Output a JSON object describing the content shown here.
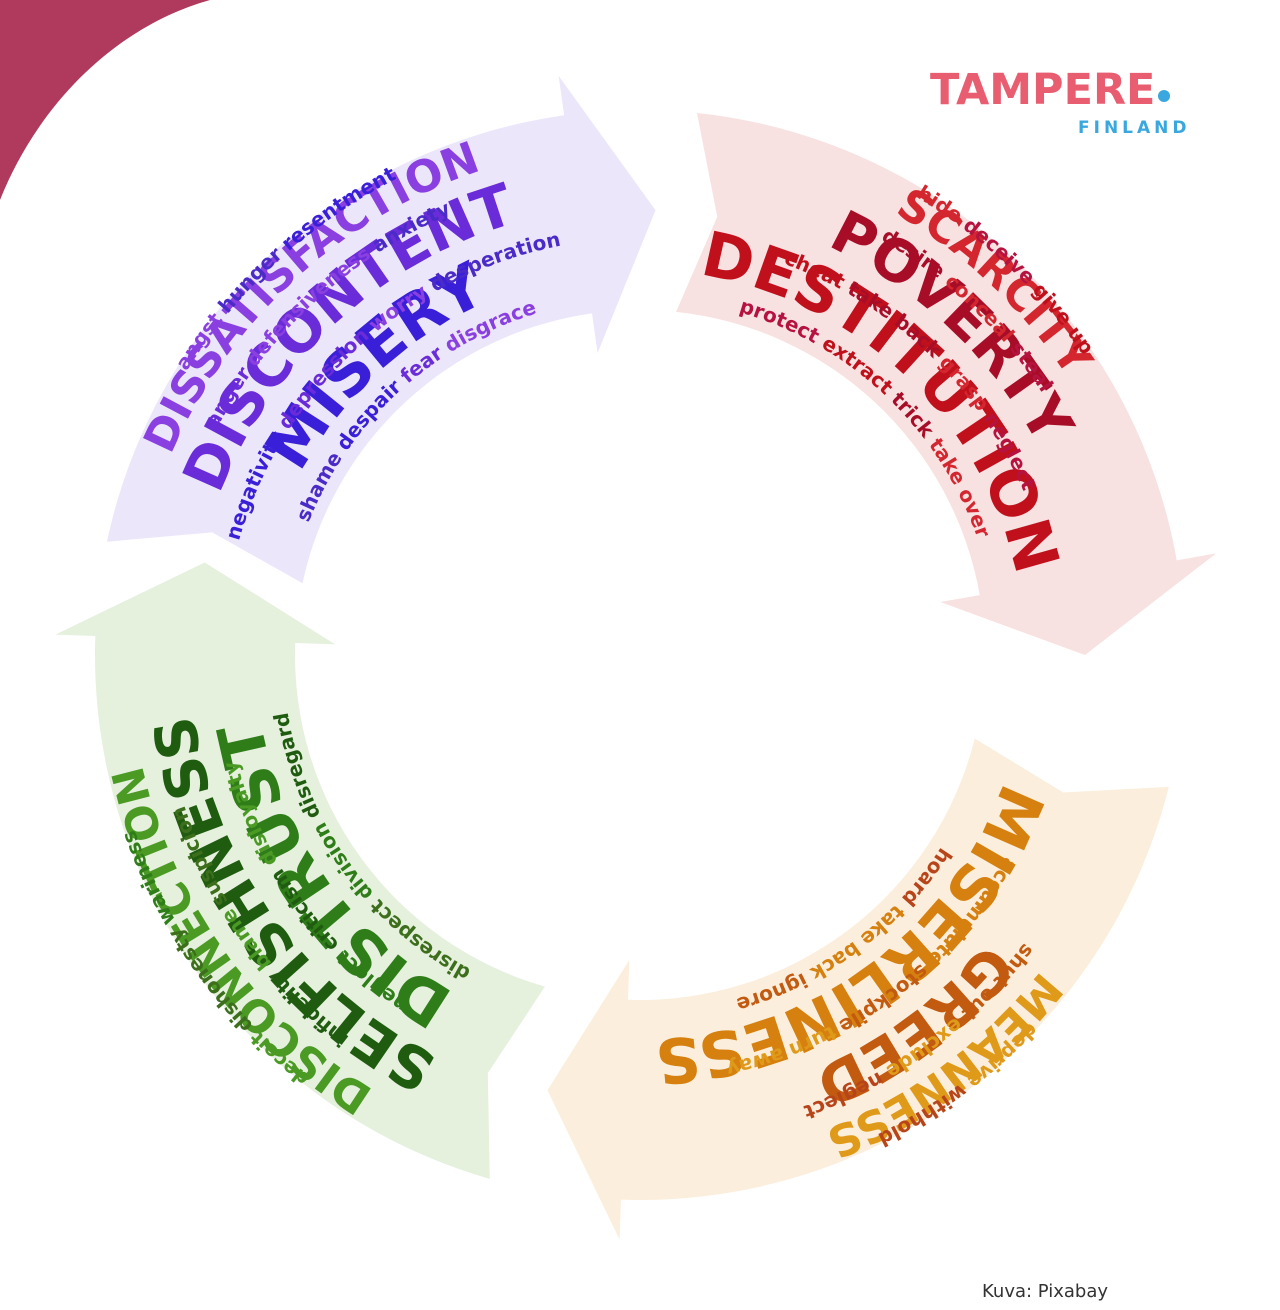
{
  "logo": {
    "main": "TAMPERE",
    "sub": "FINLAND"
  },
  "credit": "Kuva: Pixabay",
  "colors": {
    "corner": "#b03a5d",
    "logo_red": "#e85d6f",
    "logo_blue": "#3aa7de"
  },
  "arrows": [
    {
      "theme": "purple",
      "main_color": "#3a1fd9",
      "words": [
        {
          "t": "MISERY",
          "k": "big"
        },
        {
          "t": "DISCONTENT",
          "k": "big"
        },
        {
          "t": "DISSATISFACTION",
          "k": "big"
        },
        {
          "t": "shame"
        },
        {
          "t": "negativity"
        },
        {
          "t": "anger"
        },
        {
          "t": "angst"
        },
        {
          "t": "despair"
        },
        {
          "t": "depression"
        },
        {
          "t": "defensiveness"
        },
        {
          "t": "hunger"
        },
        {
          "t": "fear"
        },
        {
          "t": "worry"
        },
        {
          "t": "anxiety"
        },
        {
          "t": "resentment"
        },
        {
          "t": "disgrace"
        },
        {
          "t": "desperation"
        }
      ]
    },
    {
      "theme": "red",
      "main_color": "#c0101c",
      "words": [
        {
          "t": "DESTITUTION",
          "k": "big"
        },
        {
          "t": "POVERTY",
          "k": "big"
        },
        {
          "t": "SCARCITY",
          "k": "big"
        },
        {
          "t": "protect"
        },
        {
          "t": "cheat"
        },
        {
          "t": "desire"
        },
        {
          "t": "hide"
        },
        {
          "t": "extract"
        },
        {
          "t": "take back"
        },
        {
          "t": "conceal"
        },
        {
          "t": "deceive"
        },
        {
          "t": "trick"
        },
        {
          "t": "grasp"
        },
        {
          "t": "steal"
        },
        {
          "t": "give up"
        },
        {
          "t": "take over"
        },
        {
          "t": "neglect"
        }
      ]
    },
    {
      "theme": "orange",
      "main_color": "#d5800f",
      "words": [
        {
          "t": "MISERLINESS",
          "k": "big"
        },
        {
          "t": "GREED",
          "k": "big"
        },
        {
          "t": "MEANNESS",
          "k": "big"
        },
        {
          "t": "hoard"
        },
        {
          "t": "accumulate"
        },
        {
          "t": "shut out"
        },
        {
          "t": "deprive"
        },
        {
          "t": "take back"
        },
        {
          "t": "stockpile"
        },
        {
          "t": "exclude"
        },
        {
          "t": "withhold"
        },
        {
          "t": "ignore"
        },
        {
          "t": "turn away"
        },
        {
          "t": "neglect"
        }
      ]
    },
    {
      "theme": "green",
      "main_color": "#2e7d18",
      "words": [
        {
          "t": "DISTRUST",
          "k": "big"
        },
        {
          "t": "SELFISHNESS",
          "k": "big"
        },
        {
          "t": "DISCONNECTION",
          "k": "big"
        },
        {
          "t": "disrespect"
        },
        {
          "t": "neglect"
        },
        {
          "t": "infidelity"
        },
        {
          "t": "deceit"
        },
        {
          "t": "division"
        },
        {
          "t": "criticism"
        },
        {
          "t": "blame"
        },
        {
          "t": "dishonesty"
        },
        {
          "t": "disregard"
        },
        {
          "t": "disloyalty"
        },
        {
          "t": "suspicion"
        },
        {
          "t": "wariness"
        }
      ]
    }
  ]
}
